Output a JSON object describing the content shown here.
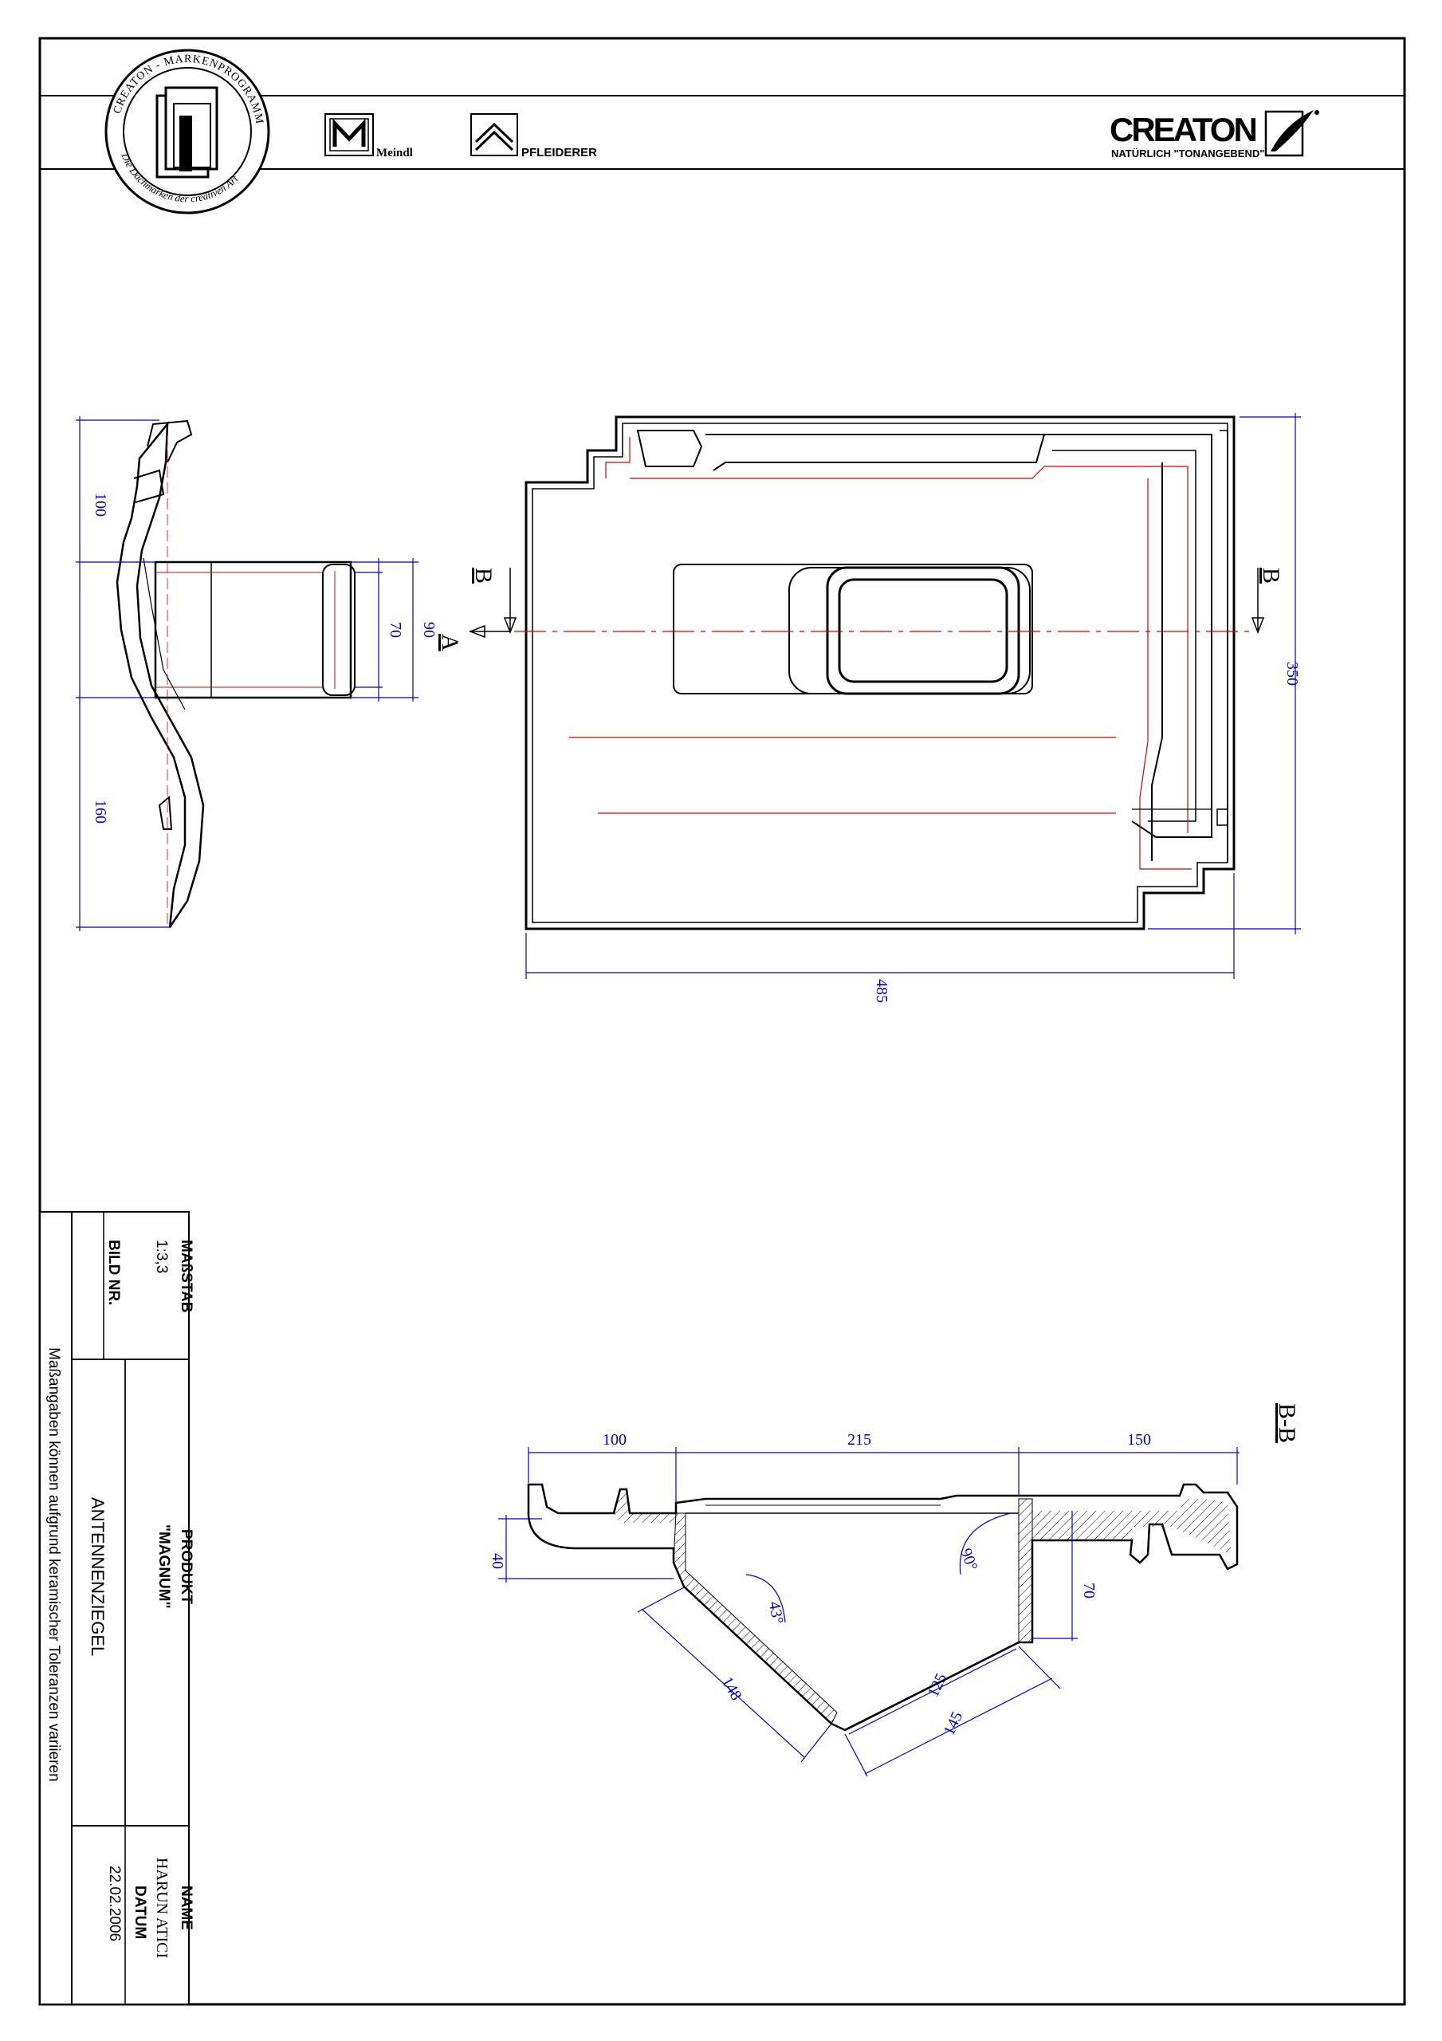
{
  "header": {
    "seal_top_text": "CREATON - MARKENPROGRAMM",
    "seal_bottom_text": "Die Dachmarken der creativen Art",
    "brand1": "Meindl",
    "brand2": "PFLEIDERER",
    "creaton_logo": "CREATON",
    "creaton_tagline": "NATÜRLICH \"TONANGEBEND\""
  },
  "views": {
    "side_section_label": "A",
    "cut_b_left": "B",
    "cut_b_right": "B",
    "cut_a_label": "A",
    "section_bb_label": "B-B"
  },
  "dimensions": {
    "side_100": "100",
    "side_160": "160",
    "side_70": "70",
    "side_90": "90",
    "top_350": "350",
    "top_485": "485",
    "bb_100": "100",
    "bb_215": "215",
    "bb_150": "150",
    "bb_40": "40",
    "bb_70": "70",
    "bb_90deg": "90°",
    "bb_43deg": "43°",
    "bb_148": "148",
    "bb_125": "125",
    "bb_145": "145"
  },
  "title_block": {
    "massstab_label": "MAßSTAB",
    "massstab_value": "1:3,3",
    "bild_nr_label": "BILD NR.",
    "produkt_label": "PRODUKT",
    "produkt_value": "\"MAGNUM\"",
    "title": "ANTENNENZIEGEL",
    "name_label": "NAME",
    "name_value": "HARUN  ATICI",
    "datum_label": "DATUM",
    "datum_value": "22.02.2006",
    "note": "Maßangaben  können  aufgrund  keramischer  Toleranzen  variieren"
  }
}
